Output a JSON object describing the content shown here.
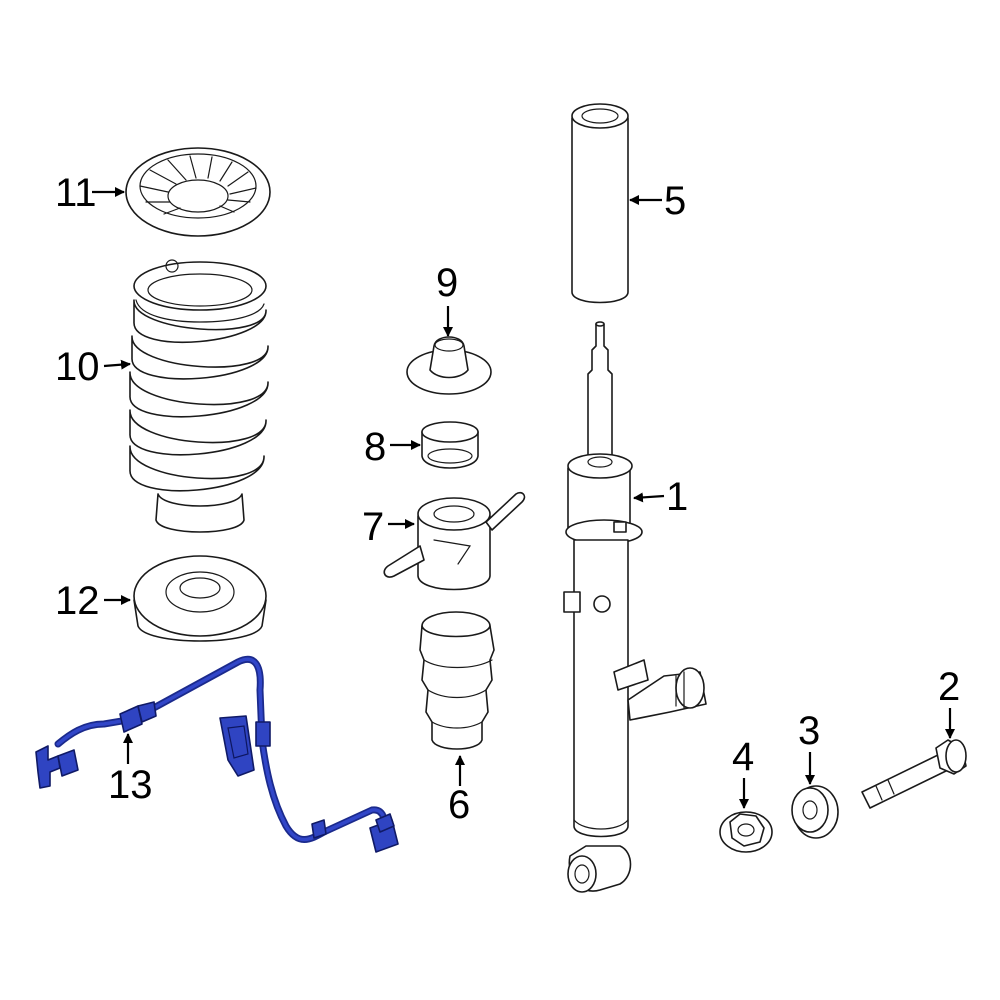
{
  "diagram": {
    "accent_color": "#2f44c2",
    "callouts": {
      "c1": "1",
      "c2": "2",
      "c3": "3",
      "c4": "4",
      "c5": "5",
      "c6": "6",
      "c7": "7",
      "c8": "8",
      "c9": "9",
      "c10": "10",
      "c11": "11",
      "c12": "12",
      "c13": "13"
    }
  }
}
